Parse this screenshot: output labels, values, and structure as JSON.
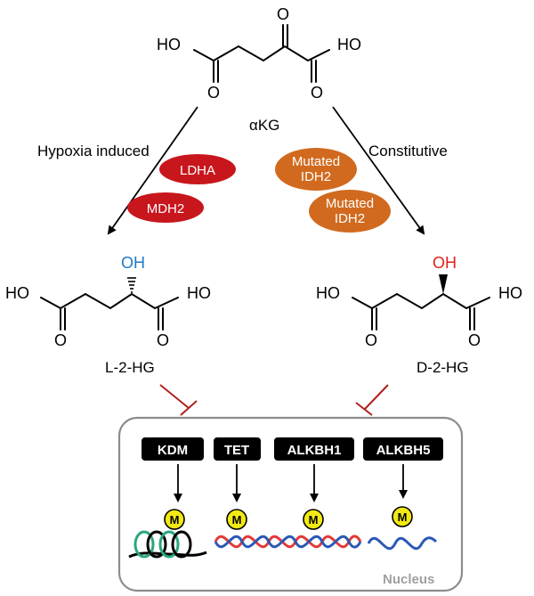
{
  "colors": {
    "lhg_oh": "#1f78c8",
    "dhg_oh": "#e0201b",
    "ldha_fill": "#c8161d",
    "idh_fill": "#d16a1e",
    "inhibit": "#b0201c",
    "nucleus_border": "#8c8c8c",
    "methyl": "#f2ea12",
    "dna_red": "#e23a3a",
    "dna_blue": "#2a58b6",
    "histone": "#2aa77a"
  },
  "top_molecule": {
    "name": "αKG",
    "ho_left": "HO",
    "ho_right": "HO",
    "o_keto": "O",
    "o_left": "O",
    "o_right": "O"
  },
  "pathways": {
    "left_label": "Hypoxia induced",
    "right_label": "Constitutive",
    "left_enzymes": [
      "LDHA",
      "MDH2"
    ],
    "right_enzymes": [
      {
        "line1": "Mutated",
        "line2": "IDH2"
      },
      {
        "line1": "Mutated",
        "line2": "IDH2"
      }
    ]
  },
  "l2hg": {
    "name": "L-2-HG",
    "oh": "OH",
    "ho_left": "HO",
    "ho_right": "HO",
    "o_left": "O",
    "o_right": "O"
  },
  "d2hg": {
    "name": "D-2-HG",
    "oh": "OH",
    "ho_left": "HO",
    "ho_right": "HO",
    "o_left": "O",
    "o_right": "O"
  },
  "nucleus": {
    "label": "Nucleus",
    "enzymes": [
      "KDM",
      "TET",
      "ALKBH1",
      "ALKBH5"
    ],
    "methyl_mark": "M"
  }
}
